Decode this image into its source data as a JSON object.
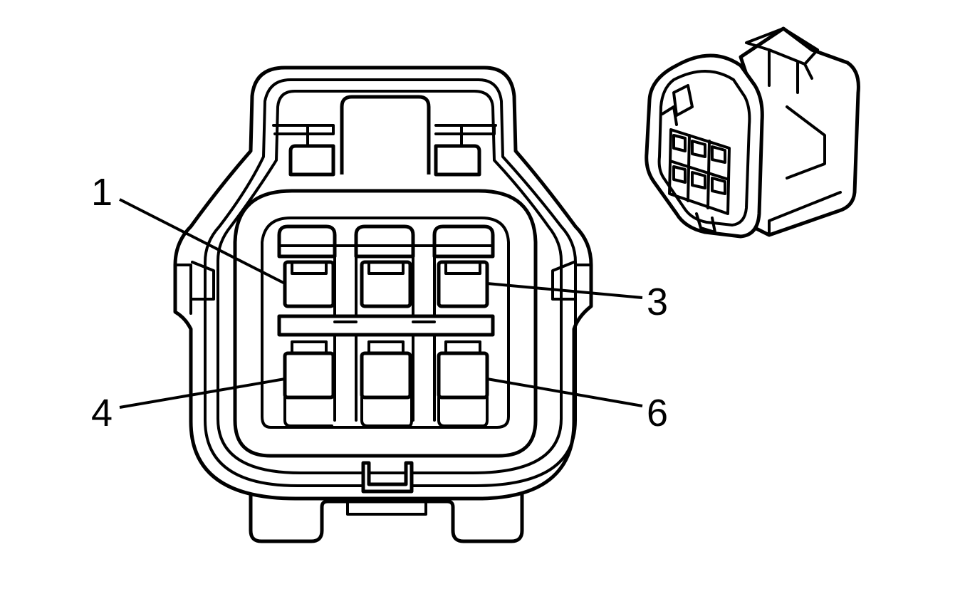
{
  "pin_labels": {
    "pin1": "1",
    "pin3": "3",
    "pin4": "4",
    "pin6": "6"
  }
}
